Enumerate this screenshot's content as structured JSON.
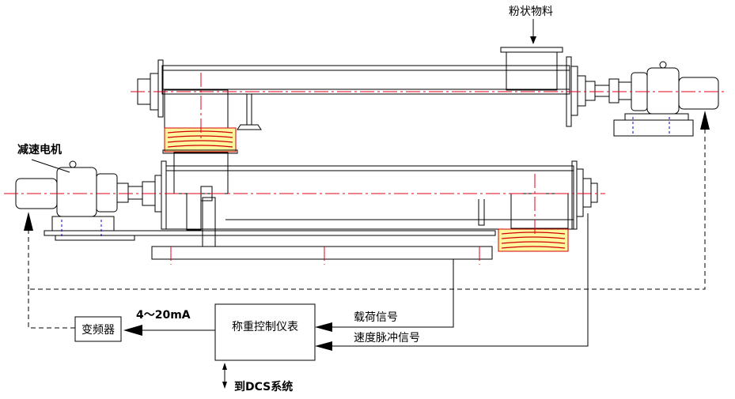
{
  "labels": {
    "powder_material": "粉状物料",
    "reducer_motor": "减速电机",
    "current_signal": "4～20mA",
    "load_signal": "载荷信号",
    "speed_pulse_signal": "速度脉冲信号",
    "to_dcs": "到DCS系统"
  },
  "boxes": {
    "inverter": "变频器",
    "controller": "称重控制仪表"
  },
  "colors": {
    "line": "#000000",
    "centerline": "#e0001a",
    "bellows": "#d00000",
    "bellows_fill": "#fff6a0",
    "hidden": "#0000cc"
  }
}
